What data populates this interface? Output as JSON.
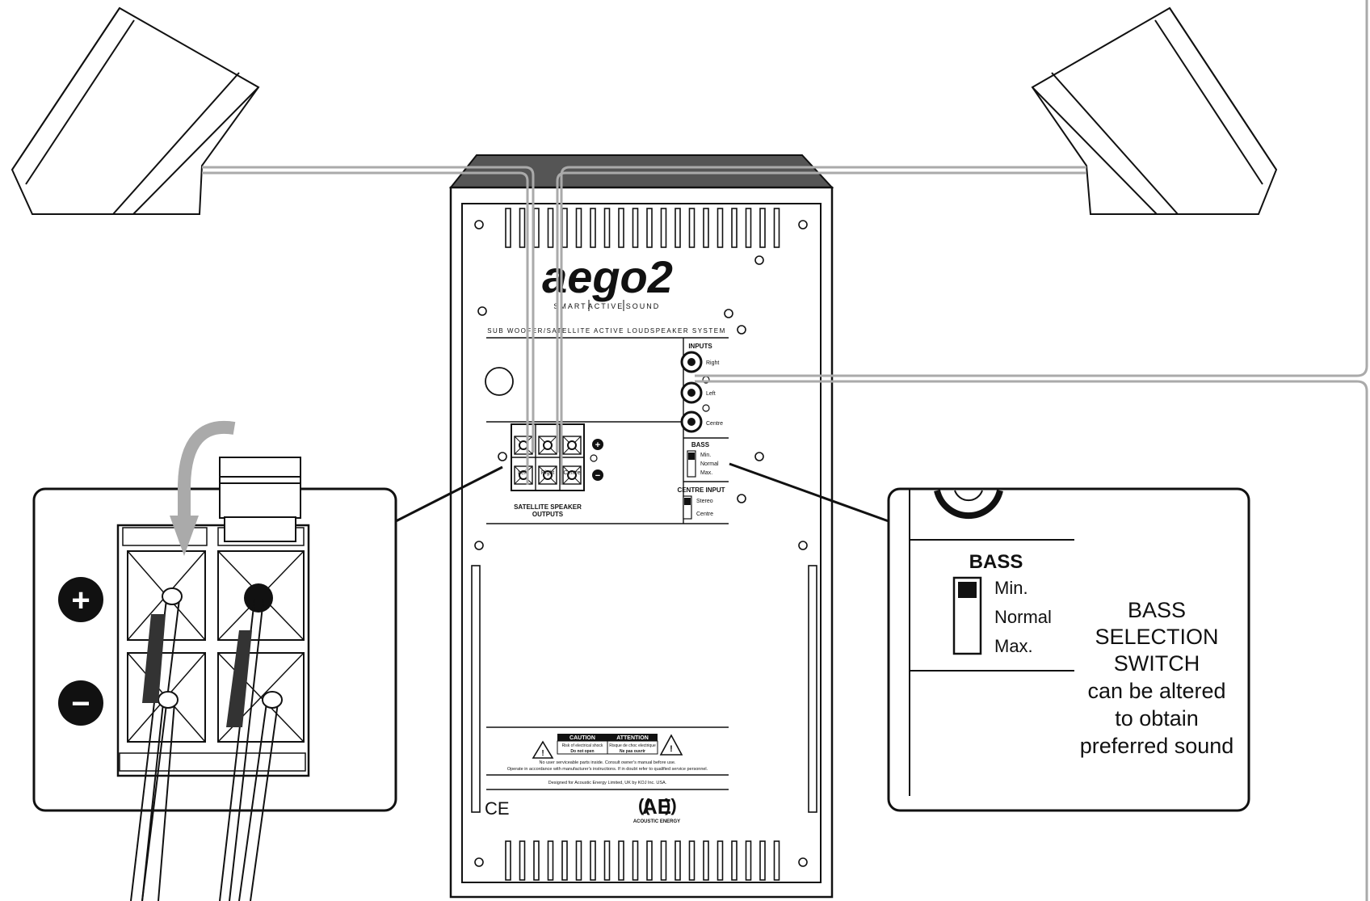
{
  "brand": {
    "logo_text": "aego2",
    "tagline_1": "SMART",
    "tagline_2": "ACTIVE",
    "tagline_3": "SOUND",
    "system_name": "SUB WOOFER/SATELLITE ACTIVE LOUDSPEAKER SYSTEM"
  },
  "inputs": {
    "title": "INPUTS",
    "right": "Right",
    "left": "Left",
    "centre": "Centre"
  },
  "bass": {
    "title": "BASS",
    "min": "Min.",
    "normal": "Normal",
    "max": "Max."
  },
  "centre_input": {
    "title": "CENTRE INPUT",
    "stereo": "Stereo",
    "centre": "Centre"
  },
  "outputs": {
    "title_1": "SATELLITE SPEAKER",
    "title_2": "OUTPUTS",
    "left": "Left",
    "right": "Right",
    "centre": "Centre",
    "plus": "+",
    "minus": "−"
  },
  "warning": {
    "caution": "CAUTION",
    "attention": "ATTENTION",
    "caution_sub_1": "Risk of electrical shock",
    "caution_sub_2": "Do not open",
    "attention_sub_1": "Risque de choc electrique",
    "attention_sub_2": "Ne pas ouvrir",
    "line_1": "No user serviceable parts inside. Consult owner's manual before use.",
    "line_2": "Operate in accordance with manufacturer's instructions. If in doubt refer to qualified service personnel.",
    "designed": "Designed for Acoustic Energy Limited, UK by KOJ Inc. USA."
  },
  "marks": {
    "ce": "CE",
    "ae_logo": "AE",
    "ae_name": "ACOUSTIC ENERGY"
  },
  "detail_left": {
    "plus": "+",
    "minus": "−"
  },
  "detail_right": {
    "bass_title": "BASS",
    "min": "Min.",
    "normal": "Normal",
    "max": "Max.",
    "caption_1": "BASS",
    "caption_2": "SELECTION",
    "caption_3": "SWITCH",
    "caption_4": "can be altered",
    "caption_5": "to obtain",
    "caption_6": "preferred sound"
  }
}
